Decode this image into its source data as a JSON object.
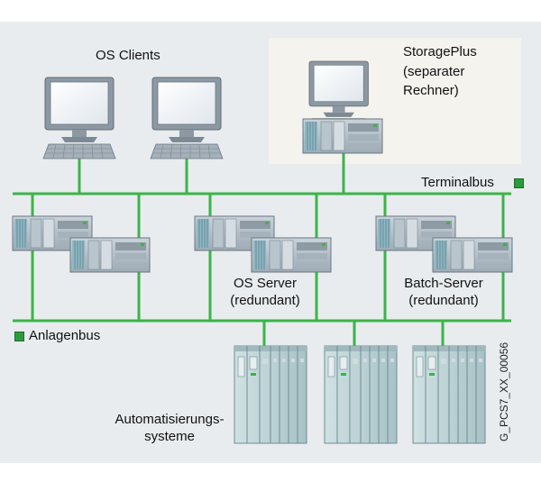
{
  "diagram": {
    "colors": {
      "background": "#e8ecef",
      "storage_panel": "#f4f3ee",
      "bus": "#3db34a",
      "legend_marker": "#2a9c3c"
    },
    "labels": {
      "os_clients": "OS Clients",
      "storage_line1": "StoragePlus",
      "storage_line2": "(separater",
      "storage_line3": "Rechner)",
      "terminalbus": "Terminalbus",
      "anlagenbus": "Anlagenbus",
      "os_server_line1": "OS Server",
      "os_server_line2": "(redundant)",
      "batch_server_line1": "Batch-Server",
      "batch_server_line2": "(redundant)",
      "automation_line1": "Automatisierungs-",
      "automation_line2": "systeme",
      "doc_id": "G_PCS7_XX_00056"
    },
    "icons": [
      "monitor-icon",
      "keyboard-icon",
      "server-rack-icon",
      "plc-icon"
    ]
  }
}
